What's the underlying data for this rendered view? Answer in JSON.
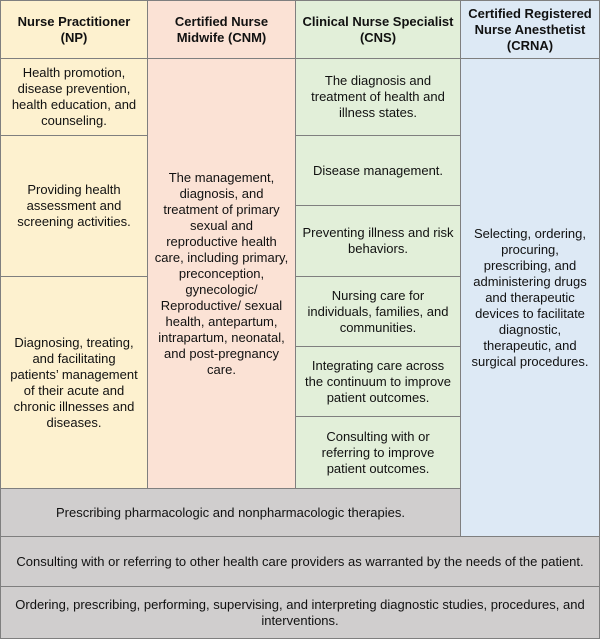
{
  "headers": [
    "Nurse Practitioner (NP)",
    "Certified Nurse Midwife (CNM)",
    "Clinical Nurse Specialist (CNS)",
    "Certified Registered Nurse Anesthetist (CRNA)"
  ],
  "np": [
    "Health promotion, disease prevention, health education, and counseling.",
    "Providing health assessment and screening activities.",
    "Diagnosing, treating, and facilitating patients’ management of their acute and chronic illnesses and diseases."
  ],
  "cnm": "The management, diagnosis, and treatment of primary sexual and reproductive health care, including primary, preconception, gynecologic/ Reproductive/ sexual health, antepartum, intrapartum, neonatal, and post-pregnancy care.",
  "cns": [
    "The diagnosis and treatment of health and illness states.",
    "Disease management.",
    "Preventing illness and risk behaviors.",
    "Nursing care for individuals, families, and communities.",
    "Integrating care across the continuum to improve patient outcomes.",
    "Consulting with or referring to improve patient outcomes."
  ],
  "crna": "Selecting, ordering, procuring, prescribing, and administering drugs and therapeutic devices to facilitate diagnostic, therapeutic, and surgical procedures.",
  "shared": [
    "Prescribing pharmacologic and nonpharmacologic therapies.",
    "Consulting with or referring to other health care providers as warranted by the needs of the patient.",
    "Ordering, prescribing, performing, supervising, and interpreting diagnostic studies, procedures, and interventions."
  ]
}
